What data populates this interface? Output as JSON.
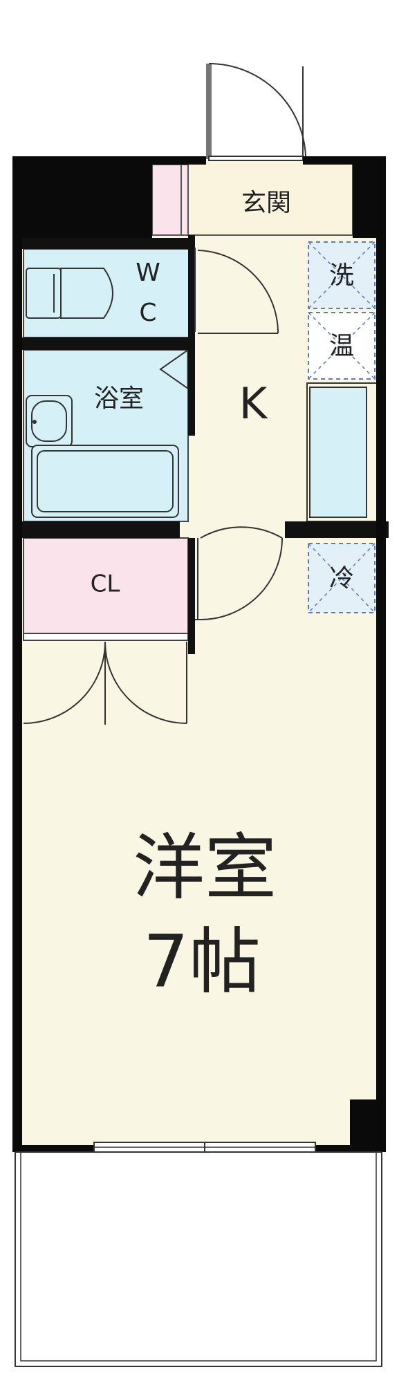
{
  "rooms": {
    "entrance": "玄関",
    "wc_w": "W",
    "wc_c": "C",
    "bath": "浴室",
    "kitchen": "K",
    "washer": "洗",
    "water_heater": "温",
    "fridge": "冷",
    "closet": "CL",
    "main_room_name": "洋室",
    "main_room_size": "7帖"
  },
  "colors": {
    "floor": "#faf6e4",
    "wet_area": "#d6f0f8",
    "storage": "#fbe3ec",
    "wall": "#0a0a0a",
    "line": "#333333",
    "dashed_box": "#5a7db8"
  }
}
